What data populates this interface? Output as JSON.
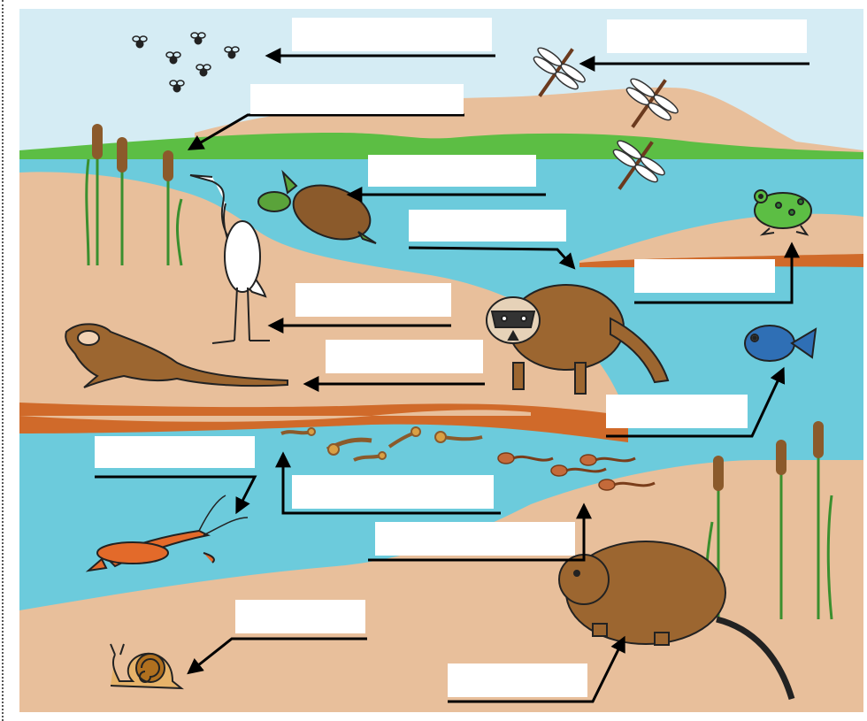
{
  "colors": {
    "sky": "#d5ecf4",
    "water": "#6ccbdc",
    "sand": "#e8bf9b",
    "grass": "#5cbe44",
    "clay": "#d06a2a",
    "arrow": "#000000",
    "label_box": "#ffffff"
  },
  "labels": [
    {
      "id": "flies",
      "text": ""
    },
    {
      "id": "dragonflies",
      "text": ""
    },
    {
      "id": "grass",
      "text": ""
    },
    {
      "id": "turtle",
      "text": ""
    },
    {
      "id": "raccoon",
      "text": ""
    },
    {
      "id": "frog",
      "text": ""
    },
    {
      "id": "heron",
      "text": ""
    },
    {
      "id": "otter",
      "text": ""
    },
    {
      "id": "fish",
      "text": ""
    },
    {
      "id": "crayfish",
      "text": ""
    },
    {
      "id": "worms",
      "text": ""
    },
    {
      "id": "tadpoles",
      "text": ""
    },
    {
      "id": "snail",
      "text": ""
    },
    {
      "id": "muskrat",
      "text": ""
    }
  ],
  "icons": [
    "fly-icon",
    "dragonfly-icon",
    "cattail-icon",
    "heron-icon",
    "turtle-icon",
    "frog-icon",
    "otter-icon",
    "raccoon-icon",
    "fish-icon",
    "worm-icon",
    "tadpole-icon",
    "crayfish-icon",
    "snail-icon",
    "muskrat-icon"
  ]
}
